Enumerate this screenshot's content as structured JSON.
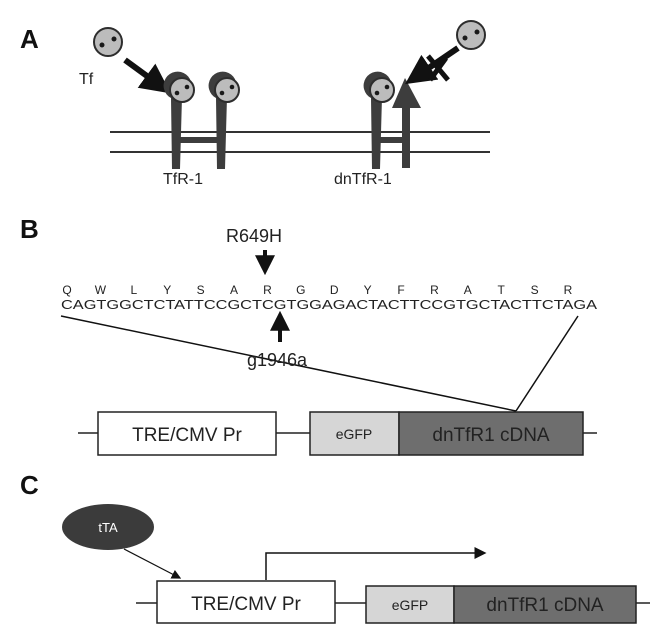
{
  "panels": {
    "a": {
      "letter": "A",
      "ligand_label": "Tf",
      "receptor_label": "TfR-1",
      "mutant_receptor_label": "dnTfR-1"
    },
    "b": {
      "letter": "B",
      "protein_mutation": "R649H",
      "amino_acids": [
        "Q",
        "W",
        "L",
        "Y",
        "S",
        "A",
        "R",
        "G",
        "D",
        "Y",
        "F",
        "R",
        "A",
        "T",
        "S",
        "R"
      ],
      "dna_sequence": "CAGTGGCTCTATTCCGCTCGTGGAGACTACTTCCGTGCTACTTCTAGA",
      "dna_mutation": "g1946a",
      "construct": {
        "promoter": "TRE/CMV Pr",
        "tag": "eGFP",
        "cdna": "dnTfR1 cDNA"
      }
    },
    "c": {
      "letter": "C",
      "activator": "tTA",
      "construct": {
        "promoter": "TRE/CMV Pr",
        "tag": "eGFP",
        "cdna": "dnTfR1 cDNA"
      }
    }
  },
  "colors": {
    "receptor": "#3d3d3d",
    "ligand": "#bcbcbc",
    "egfp_box": "#d6d6d6",
    "cdna_box": "#6e6e6e",
    "activator": "#3b3b3b"
  },
  "icons": {
    "blocked_binding": "x-mark-icon"
  }
}
